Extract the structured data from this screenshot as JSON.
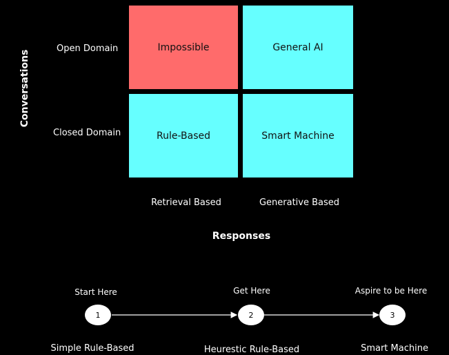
{
  "matrix": {
    "y_axis_title": "Conversations",
    "x_axis_title": "Responses",
    "rows": [
      "Open Domain",
      "Closed Domain"
    ],
    "columns": [
      "Retrieval Based",
      "Generative Based"
    ],
    "cells": {
      "open_retrieval": "Impossible",
      "open_generative": "General AI",
      "closed_retrieval": "Rule-Based",
      "closed_generative": "Smart Machine"
    },
    "colors": {
      "highlight": "#ff6b6b",
      "normal": "#66ffff"
    }
  },
  "progression": {
    "steps": [
      {
        "number": "1",
        "above": "Start Here",
        "below": "Simple Rule-Based"
      },
      {
        "number": "2",
        "above": "Get Here",
        "below": "Heurestic Rule-Based"
      },
      {
        "number": "3",
        "above": "Aspire to be Here",
        "below": "Smart Machine"
      }
    ]
  }
}
